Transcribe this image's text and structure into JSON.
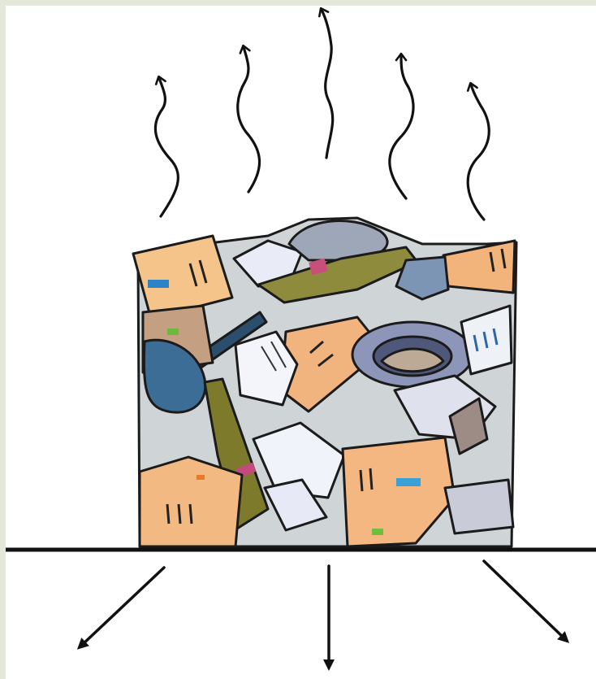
{
  "diagram": {
    "frame_color": "#e3e8db",
    "background_color": "#ffffff",
    "ink_color": "#111111",
    "subject": "trash-pile-illustration",
    "emission_direction": "up",
    "leaching_direction": "down"
  }
}
